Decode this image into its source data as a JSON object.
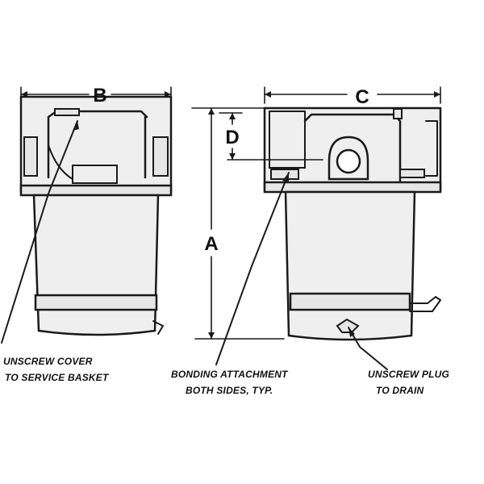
{
  "dimension_labels": {
    "a": "A",
    "b": "B",
    "c": "C",
    "d": "D"
  },
  "callouts": {
    "unscrew_cover_line1": "UNSCREW COVER",
    "unscrew_cover_line2": "TO SERVICE BASKET",
    "bonding_line1": "BONDING ATTACHMENT",
    "bonding_line2": "BOTH SIDES, TYP.",
    "plug_line1": "UNSCREW PLUG",
    "plug_line2": "TO DRAIN"
  },
  "colors": {
    "ink": "#1a1a1a",
    "shade": "#e6e6e6",
    "background": "#ffffff"
  }
}
